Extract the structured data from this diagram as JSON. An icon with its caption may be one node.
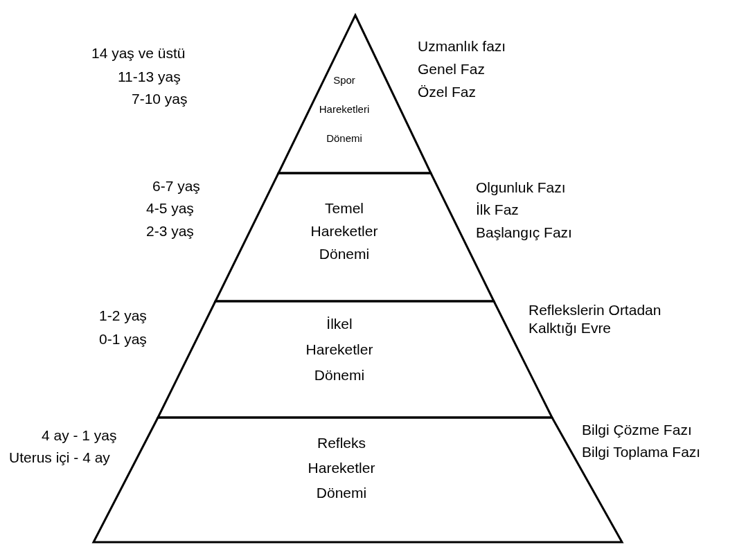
{
  "diagram": {
    "nodes": [
      {
        "text": [
          "Spor Hareketleri Dönemi"
        ],
        "beside": [
          "14 yaş ve üstü",
          "11-13 yaş",
          "7-10 yaş",
          "Uzmanlık fazı",
          "Genel Faz",
          "Özel Faz"
        ]
      },
      {
        "text": [
          "Temel Hareketler Dönemi"
        ],
        "beside": [
          "6-7 yaş",
          "4-5 yaş",
          "2-3 yaş",
          "Olgunluk Fazı",
          "İlk Faz",
          "Başlangıç Fazı"
        ]
      },
      {
        "text": [
          "İlkel Hareketler Dönemi"
        ],
        "beside": [
          "1-2 yaş",
          "0-1 yaş",
          "Reflekslerin Ortadan Kalktığı Evre"
        ]
      },
      {
        "text": [
          "Refleks Hareketler Dönemi"
        ],
        "beside": [
          "4 ay - 1 yaş",
          "Uterus içi - 4 ay",
          "Bilgi Çözme Fazı",
          "Bilgi Toplama Fazı"
        ]
      }
    ]
  }
}
